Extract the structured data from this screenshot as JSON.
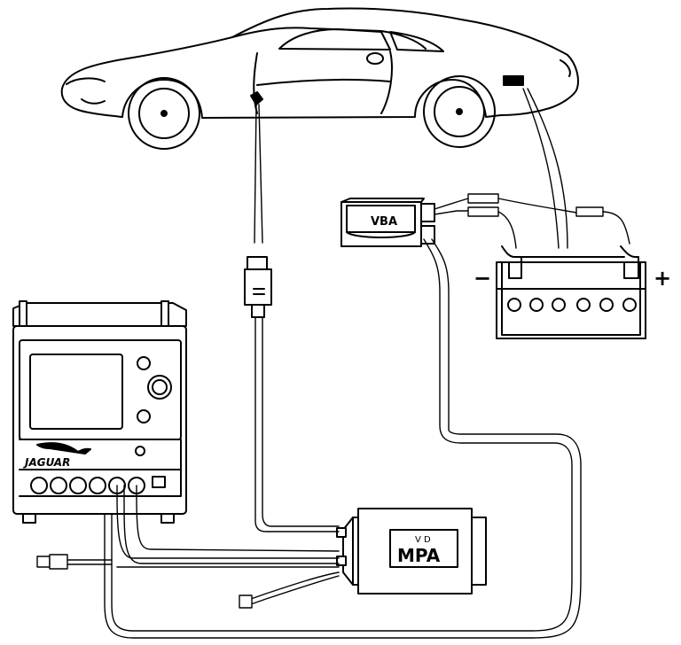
{
  "labels": {
    "vba": "VBA",
    "mpa_top": "V D",
    "mpa": "MPA",
    "brand": "JAGUAR",
    "minus": "−",
    "plus": "+"
  }
}
